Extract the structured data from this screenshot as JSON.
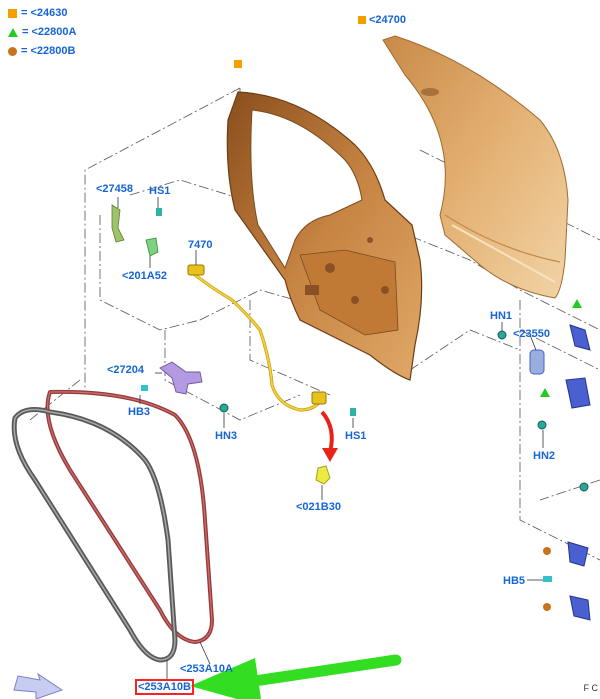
{
  "legend": [
    {
      "symbol": "square",
      "color": "#f5a000",
      "text": "= <24630"
    },
    {
      "symbol": "triangle",
      "color": "#22cc22",
      "text": "= <22800A"
    },
    {
      "symbol": "circle",
      "color": "#c8741c",
      "text": "= <22800B"
    }
  ],
  "labels": {
    "p24700": "<24700",
    "p27458": "<27458",
    "hs1_top": "HS1",
    "p7470": "7470",
    "p201A52": "<201A52",
    "p27204": "<27204",
    "hb3": "HB3",
    "hn3": "HN3",
    "hs1_bottom": "HS1",
    "p021B30": "<021B30",
    "hn1": "HN1",
    "p23550": "<23550",
    "hn2": "HN2",
    "hb5": "HB5",
    "p253A10A": "<253A10A",
    "p253A10B": "<253A10B"
  },
  "corner_code": "F C",
  "colors": {
    "label_blue": "#1565d8",
    "door_panel": "#d9a05a",
    "door_frame": "#b5732e",
    "harness": "#e6c21a",
    "seal_gray": "#6b6b6b",
    "seal_red": "#9a3a3a",
    "hinge_blue": "#4a5fd0",
    "latch_purple": "#a88ad8",
    "arrow_red": "#e8241a",
    "arrow_green": "#33dd22",
    "highlight_red": "#ff2020"
  }
}
